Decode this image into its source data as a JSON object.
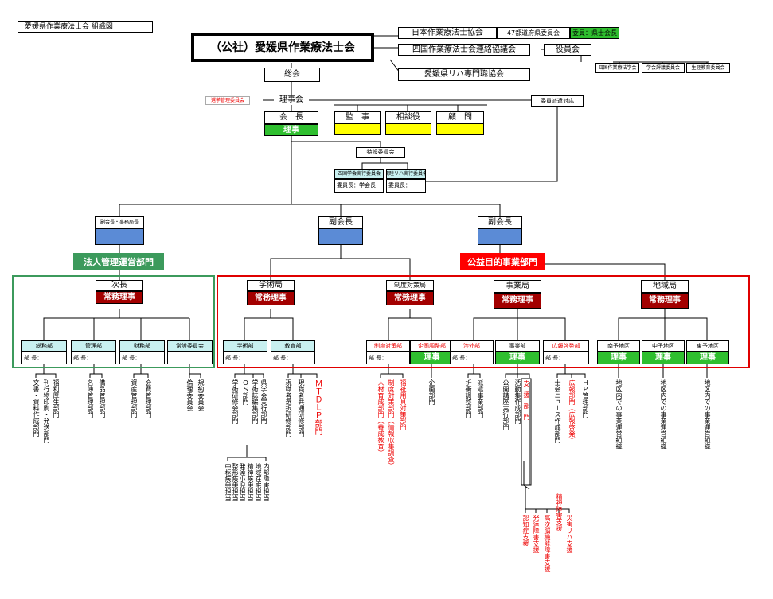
{
  "page_title": "愛媛県作業療法士会 組織図",
  "org": {
    "main": "（公社）愛媛県作業療法士会",
    "jaot": "日本作業療法士協会",
    "pref47": "47都道府県委員会",
    "pref47_member": "委員：県士会長",
    "shikoku": "四国作業療法士会連絡協議会",
    "officers": "役員会",
    "officer_sub": [
      "四国作業療法学会",
      "学会評議委員会",
      "生涯教育委員会"
    ],
    "ehime_rehab": "愛媛県リハ専門職協会",
    "general": "総会",
    "election": "選挙管理委員会",
    "board": "理事会",
    "committee_dispatch": "委員派遣対応",
    "president": "会　長",
    "riji": "理事",
    "auditor": "監　事",
    "counselor": "相談役",
    "advisor": "顧　問",
    "special": "特設委員会",
    "shikoku_exec": "四国学会実行委員会",
    "shikoku_exec_member": "委員長：学会長",
    "rehab_exec": "親睦リハ実行委員会",
    "rehab_exec_member": "委員長：",
    "vp_secretary": "副会長・事務局長",
    "vp": "副会長",
    "vp2": "副会長",
    "div_admin": "法人管理運営部門",
    "div_public": "公益目的事業部門",
    "joumu": "常務理事"
  },
  "bureaus": {
    "jichou": "次長",
    "gakujutsu": "学術局",
    "seido": "制度対策局",
    "jigyou": "事業局",
    "chiiki": "地域局"
  },
  "depts": {
    "soumu": "総務部",
    "kanri": "管理部",
    "zaimu": "財務部",
    "jousetsu": "常設委員会",
    "gakujutsubu": "学術部",
    "kyouiku": "教育部",
    "seidobu": "制度対策部",
    "kikaku": "企画調整部",
    "shogai": "渉外部",
    "jigyoubu": "事業部",
    "kouhou": "広報啓発部",
    "nanyo": "南予地区",
    "chuyo": "中予地区",
    "toyo": "東予地区",
    "buchou": "部 長："
  },
  "subunits": {
    "soumu": [
      "文書・資料作成部門",
      "刊行物印刷・発送部門",
      "福利厚生部門"
    ],
    "kanri": [
      "名簿管理部門",
      "備品管理部門"
    ],
    "zaimu": [
      "資産管理部門",
      "会費管理部門"
    ],
    "jousetsu": [
      "倫理委員会",
      "規約委員会"
    ],
    "gakujutsu": [
      "学術研修会部門",
      "ＯＳ部門",
      "学術誌編集部門",
      "県学会実行部門"
    ],
    "gakujutsu_sub": [
      "中枢疾患担当",
      "整形疾患担当",
      "発達小児担当",
      "精神疾患担当",
      "地域在宅担当",
      "内部障害担当"
    ],
    "kyouiku": [
      "現職者選択研修部門",
      "現職者共通研修部門",
      "ＭＴＤＬＰ部門"
    ],
    "seido": [
      "人材育成部門（養成教育）",
      "制度対策部門（情報収集調査）",
      "福祉用具対策部門"
    ],
    "kikaku": [
      "企画部門"
    ],
    "shogai": [
      "折衝調整部門",
      "派遣事業部門"
    ],
    "jigyou": [
      "公開講座実行部門",
      "活動集作成部門",
      "支援部門"
    ],
    "jigyou_support": [
      "認知症支援",
      "発達障害支援",
      "高次脳機能障害支援",
      "精神障害支援",
      "災害リハ支援"
    ],
    "kouhou": [
      "士会ニュース作成部門",
      "広報部門（広報啓発）",
      "ＨＰ管理部門"
    ],
    "chiiki": [
      "地区内での事業運営組織",
      "地区内での事業運営組織",
      "地区内での事業運営組織"
    ]
  },
  "colors": {
    "green": "#2fbf2f",
    "yellow": "#ffff00",
    "blue": "#5b8bd6",
    "darkred": "#a30000",
    "red": "#ff0000",
    "teal": "#3c9a5c",
    "light_cyan": "#c8f0f0",
    "frame_green": "#3c9a5c",
    "frame_red": "#e00000"
  }
}
